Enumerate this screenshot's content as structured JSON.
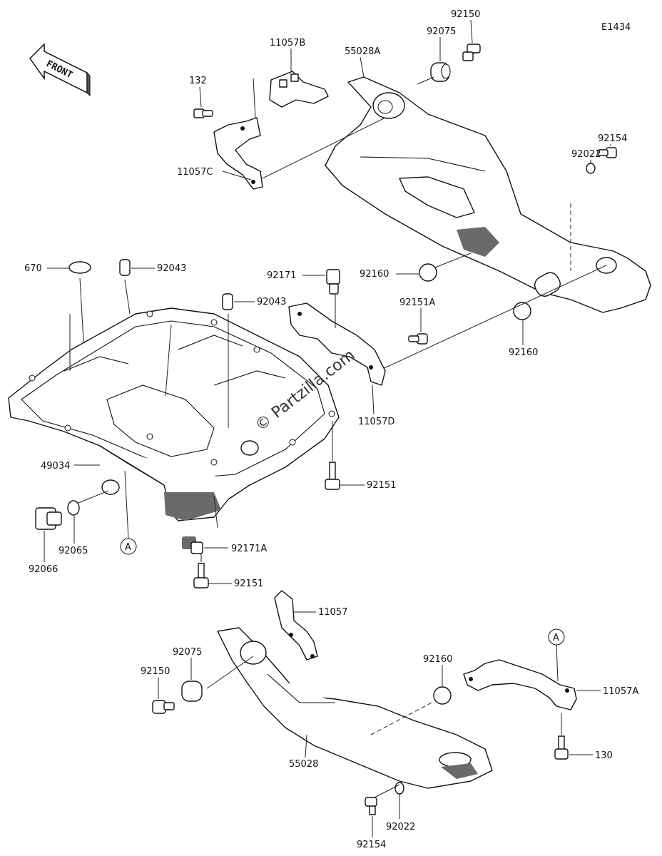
{
  "diagram_code": "E1434",
  "front_label": "FRONT",
  "watermark": "© Partzilla.com",
  "callouts": {
    "p92150_top": "92150",
    "p92075_top": "92075",
    "p11057B": "11057B",
    "p55028A": "55028A",
    "p132": "132",
    "p11057C": "11057C",
    "p92154_top": "92154",
    "p92022_top": "92022",
    "p670": "670",
    "p92043_a": "92043",
    "p92043_b": "92043",
    "p92171": "92171",
    "p92160_a": "92160",
    "p92151A": "92151A",
    "p92160_b": "92160",
    "p11057D": "11057D",
    "p49034": "49034",
    "p92151_a": "92151",
    "p92065": "92065",
    "p92066": "92066",
    "ref_A_left": "A",
    "p92171A": "92171A",
    "p92151_b": "92151",
    "p11057": "11057",
    "p92075_bottom": "92075",
    "p92150_bottom": "92150",
    "p92160_c": "92160",
    "ref_A_right": "A",
    "p11057A": "11057A",
    "p130": "130",
    "p55028": "55028",
    "p92022_bottom": "92022",
    "p92154_bottom": "92154"
  }
}
